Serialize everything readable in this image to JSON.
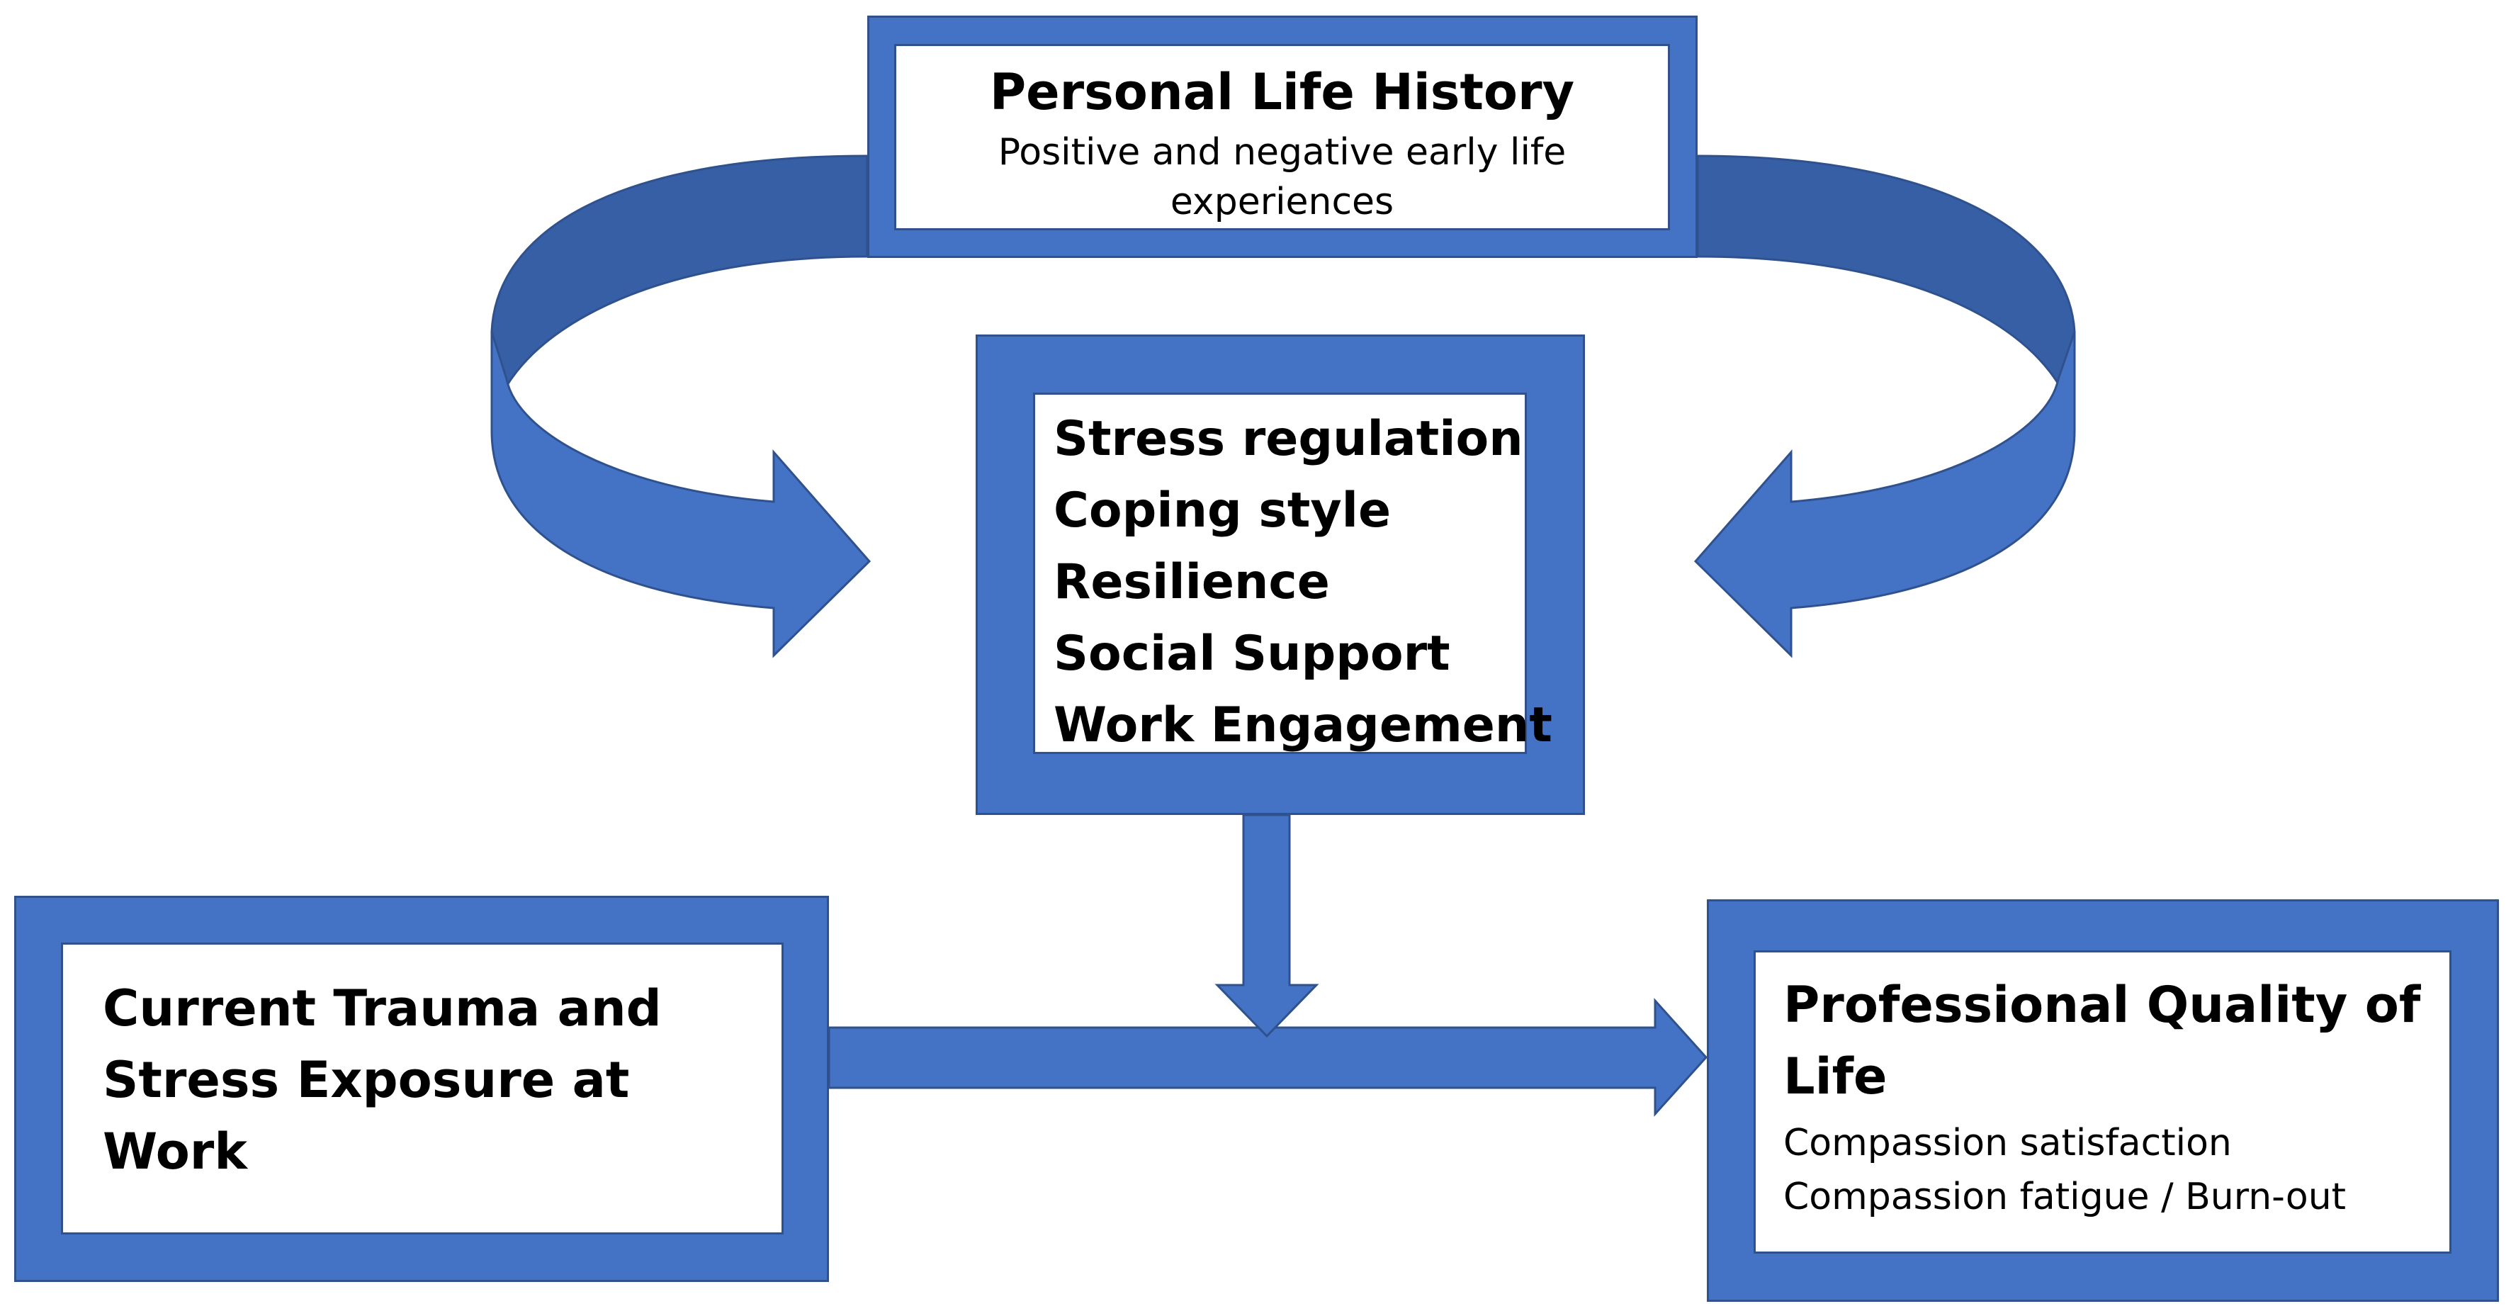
{
  "diagram": {
    "personal_history": {
      "title": "Personal Life History",
      "subtitle": "Positive and negative early life experiences"
    },
    "moderators": {
      "items": [
        "Stress regulation",
        "Coping style",
        "Resilience",
        "Social Support",
        "Work Engagement"
      ]
    },
    "exposure": {
      "title": "Current Trauma and Stress Exposure at Work"
    },
    "quality": {
      "title": "Professional Quality of Life",
      "items": [
        "Compassion satisfaction",
        "Compassion fatigue / Burn-out"
      ]
    },
    "colors": {
      "frame_fill": "#4472C4",
      "frame_stroke": "#2F528F",
      "arrow_shadow": "#375FA5",
      "box_fill": "#FFFFFF",
      "text": "#000000"
    },
    "connections": [
      {
        "from": "Personal Life History",
        "to": "Stress regulation / Coping style / Resilience / Social Support / Work Engagement",
        "style": "curved-arrow-left"
      },
      {
        "from": "Personal Life History",
        "to": "Stress regulation / Coping style / Resilience / Social Support / Work Engagement",
        "style": "curved-arrow-right"
      },
      {
        "from": "Stress regulation / Coping style / Resilience / Social Support / Work Engagement",
        "to": "exposure-to-quality-arrow",
        "style": "down-arrow"
      },
      {
        "from": "Current Trauma and Stress Exposure at Work",
        "to": "Professional Quality of Life",
        "style": "right-arrow"
      }
    ]
  }
}
